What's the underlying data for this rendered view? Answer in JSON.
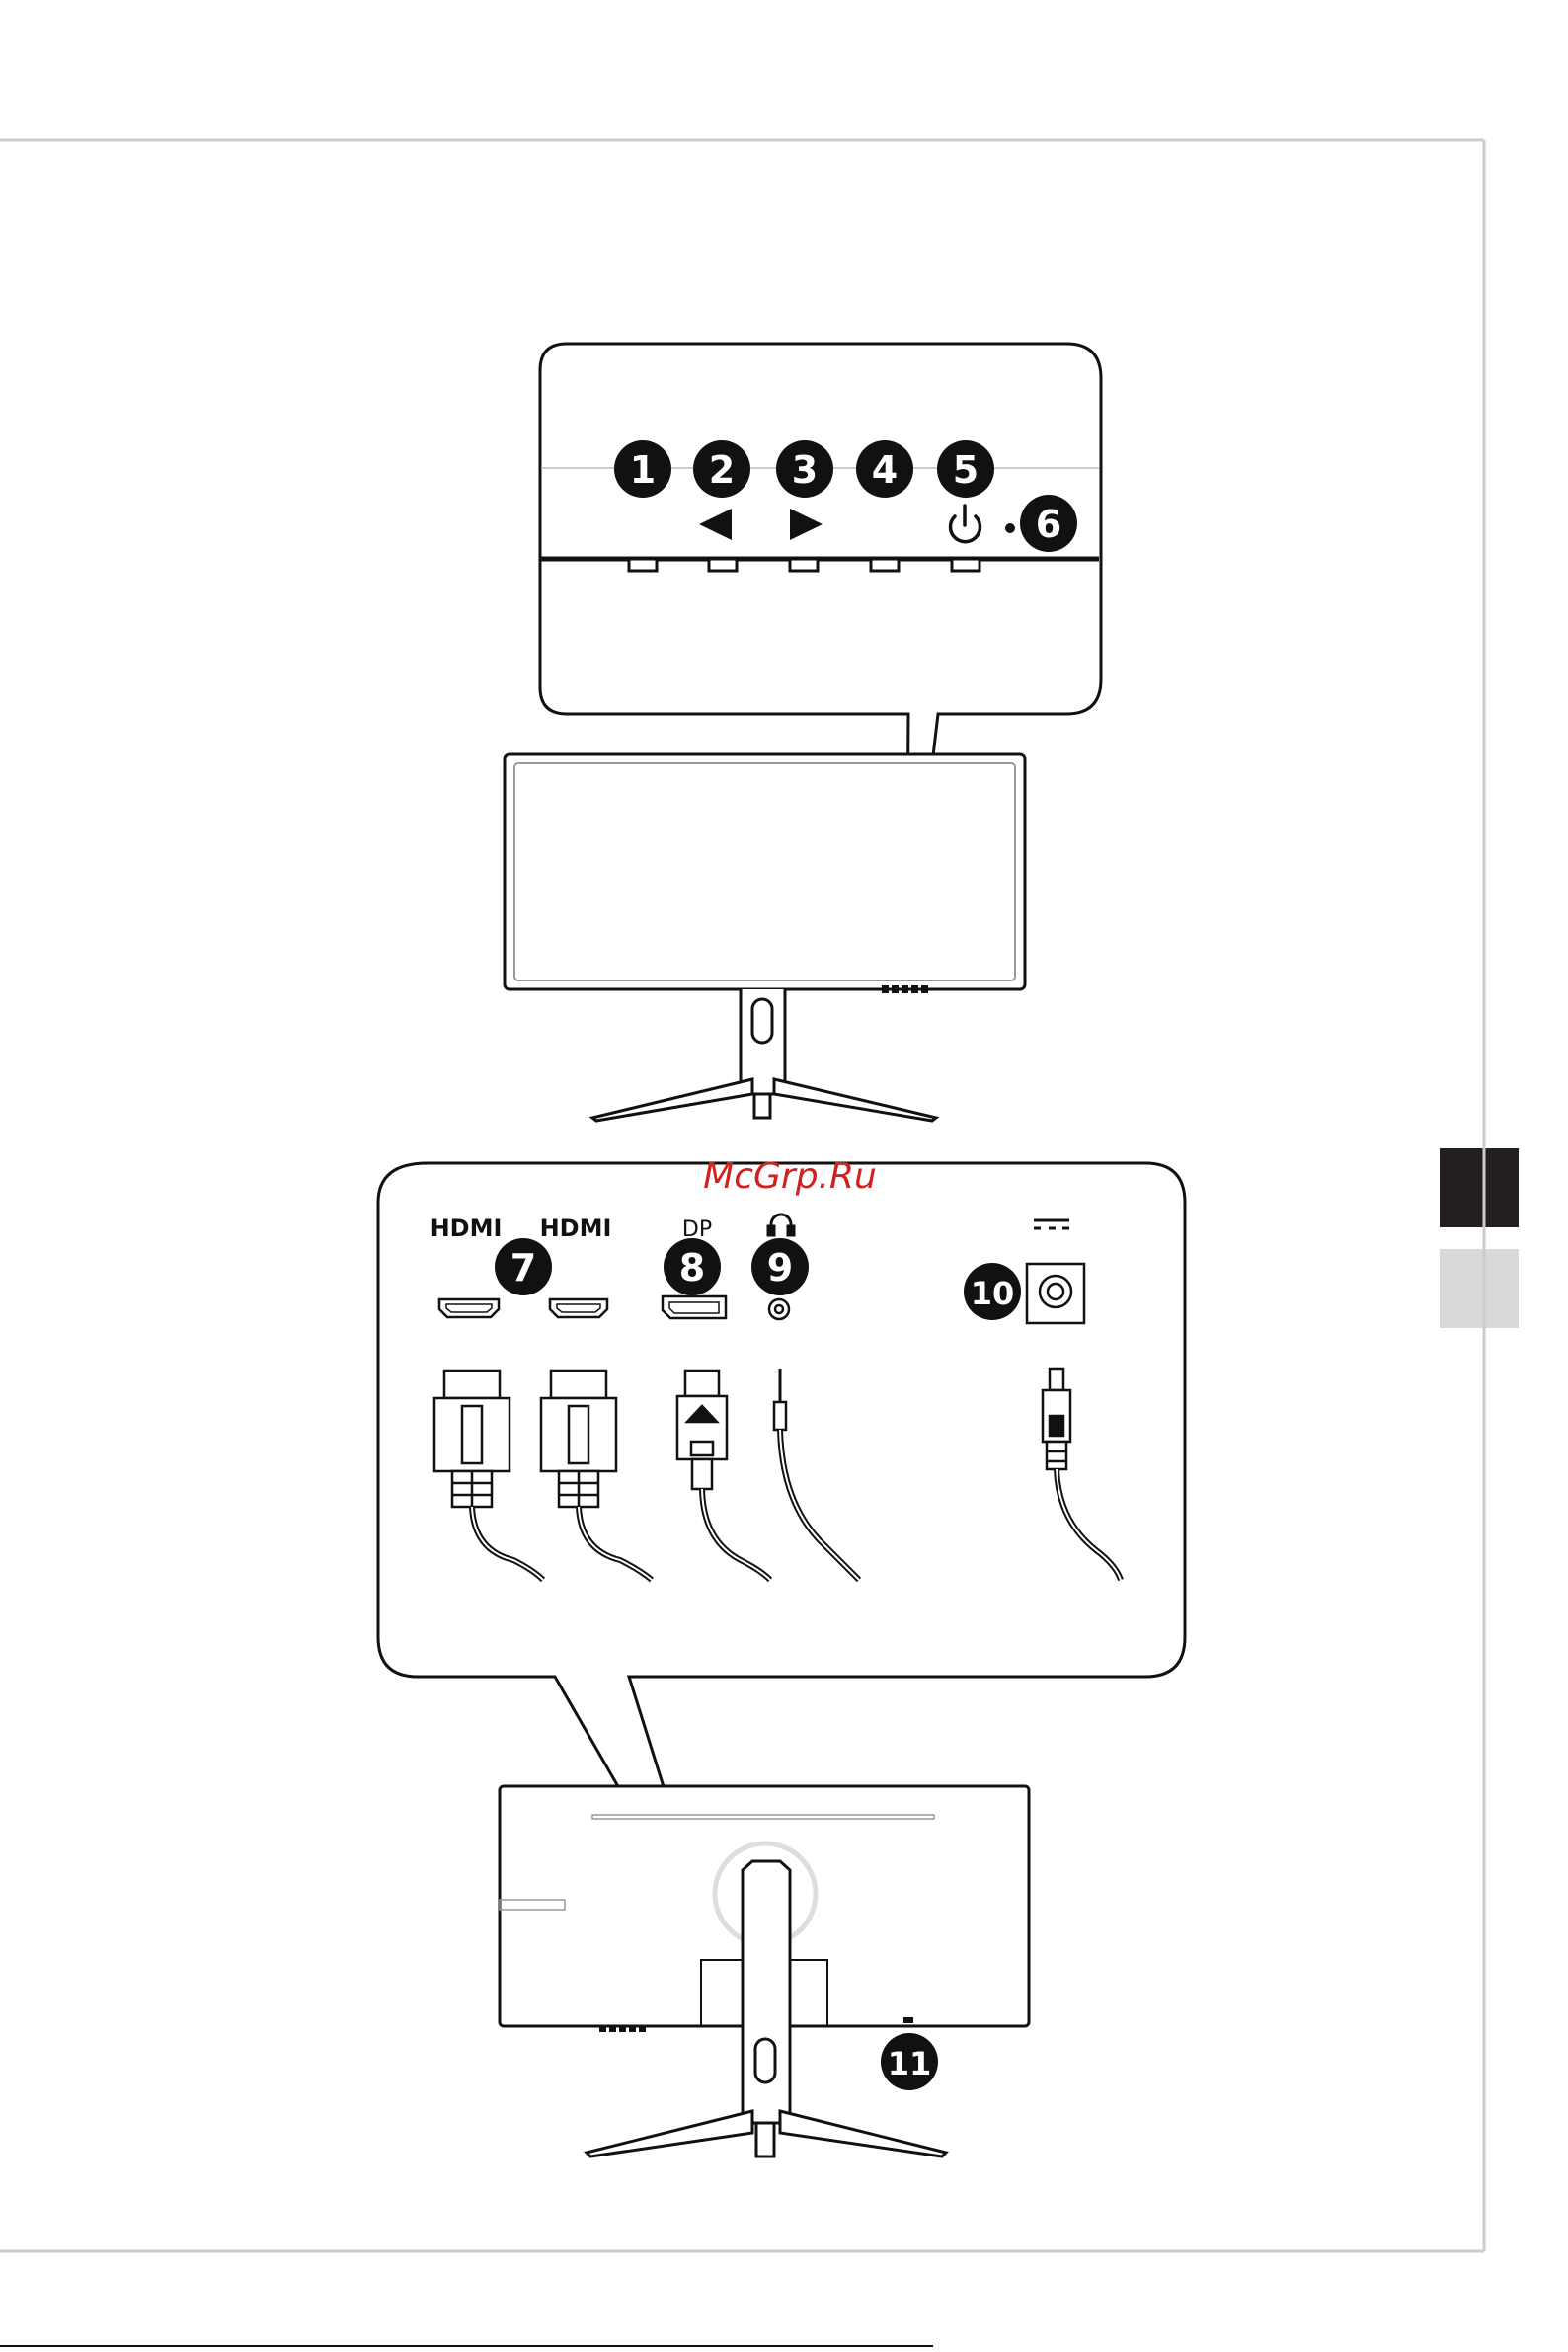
{
  "watermark": "McGrp.Ru",
  "callouts": {
    "c1": "1",
    "c2": "2",
    "c3": "3",
    "c4": "4",
    "c5": "5",
    "c6": "6",
    "c7": "7",
    "c8": "8",
    "c9": "9",
    "c10": "10",
    "c11": "11"
  },
  "port_labels": {
    "hdmi1": "HDMI",
    "hdmi2": "HDMI",
    "dp": "DP"
  },
  "icons": {
    "left_button": "left-arrow-icon",
    "right_button": "right-arrow-icon",
    "power_button": "power-icon",
    "headphone": "headphone-icon",
    "dc_power": "dc-power-icon"
  },
  "colors": {
    "line": "#111111",
    "frame": "#cccccc",
    "tab_dark": "#231f20",
    "tab_light": "#d9d9d9",
    "watermark": "#d21f1f"
  }
}
